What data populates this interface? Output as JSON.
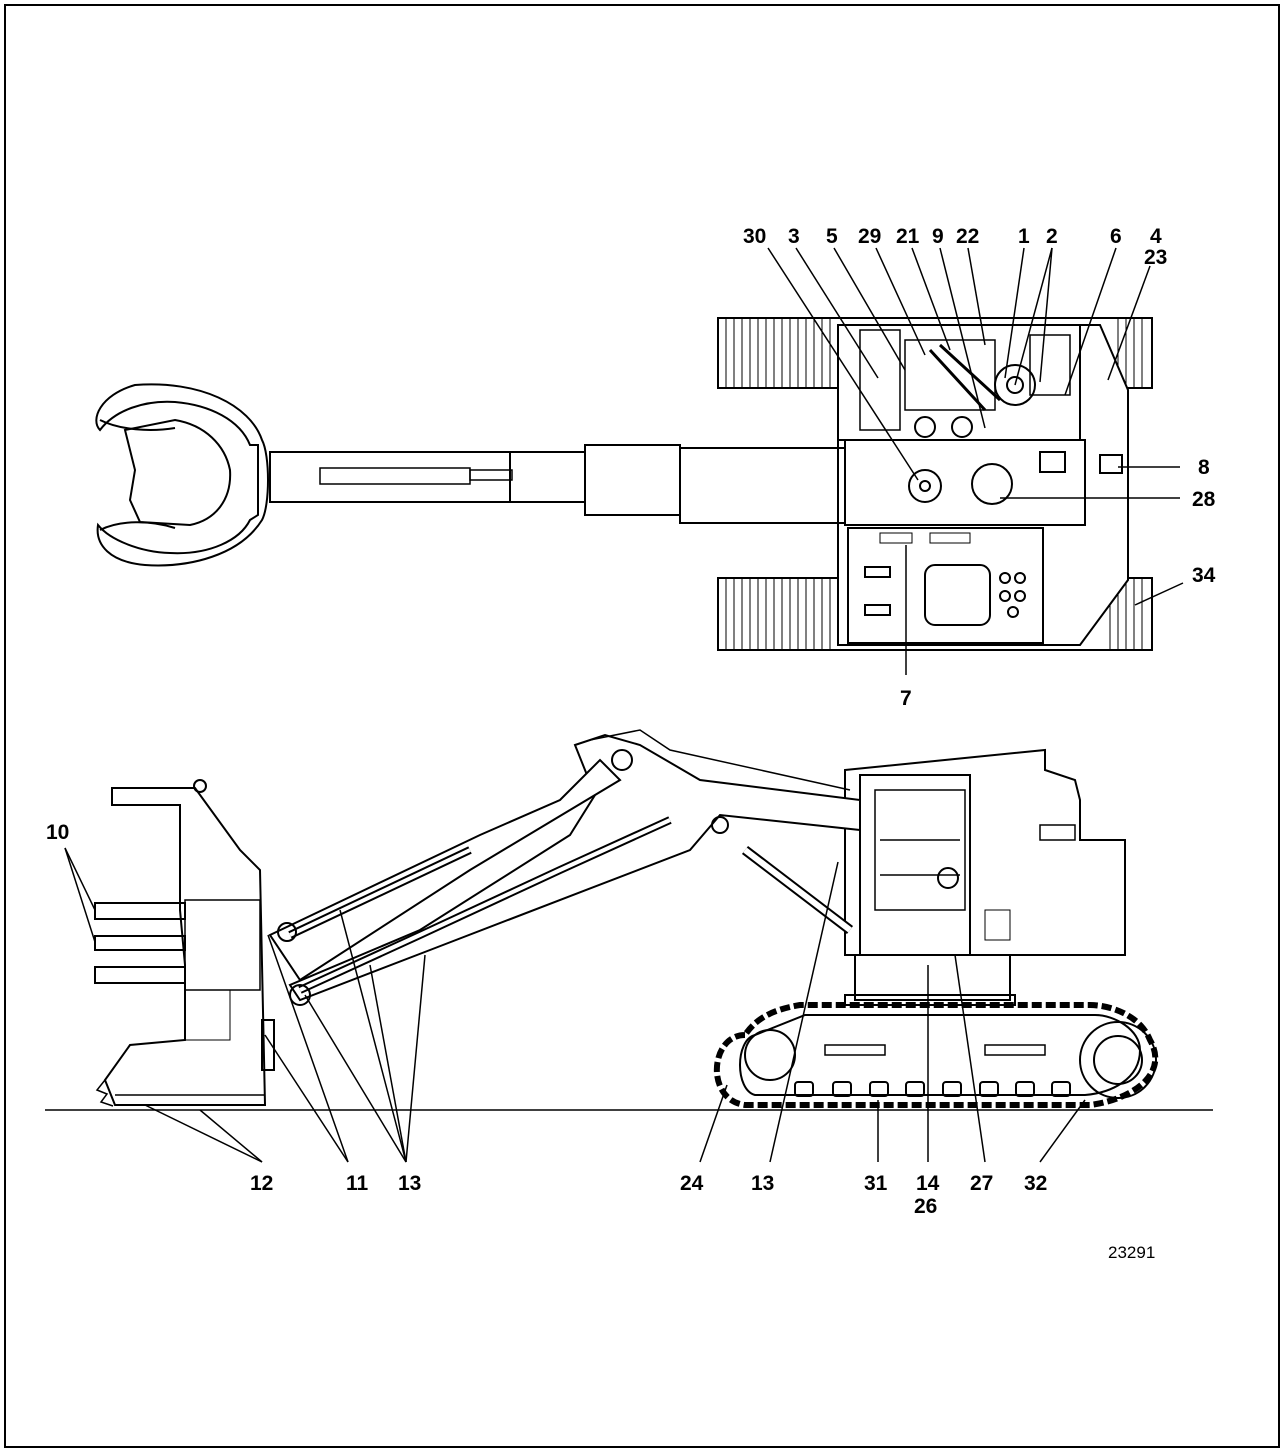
{
  "callouts_top": [
    "30",
    "3",
    "5",
    "29",
    "21",
    "9",
    "22",
    "1",
    "2",
    "6",
    "4",
    "23",
    "8",
    "28",
    "34",
    "7"
  ],
  "callouts_side": [
    "10",
    "11",
    "12",
    "13",
    "13",
    "24",
    "31",
    "14",
    "26",
    "27",
    "32"
  ],
  "figure_number": "23291"
}
